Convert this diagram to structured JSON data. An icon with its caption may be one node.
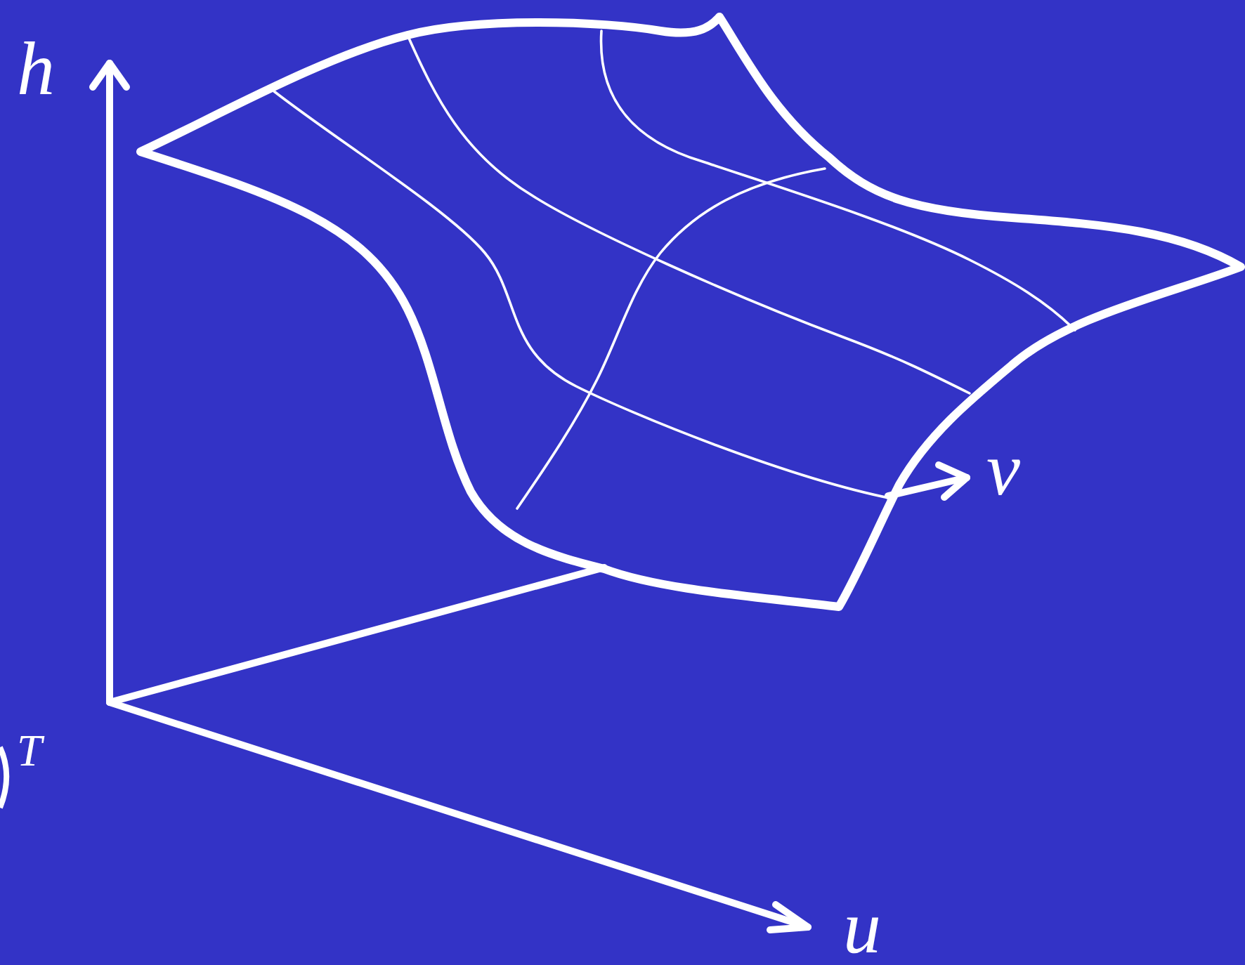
{
  "diagram": {
    "labels": [
      "h",
      "v",
      "T",
      "u"
    ]
  }
}
